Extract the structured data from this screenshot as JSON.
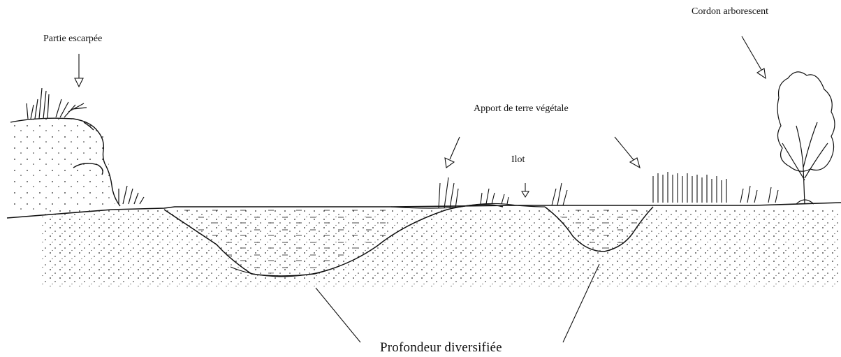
{
  "labels": {
    "steep_bank": "Partie escarpée",
    "tree_row": "Cordon arborescent",
    "topsoil": "Apport de terre végétale",
    "islet": "Ilot",
    "depth": "Profondeur diversifiée"
  }
}
